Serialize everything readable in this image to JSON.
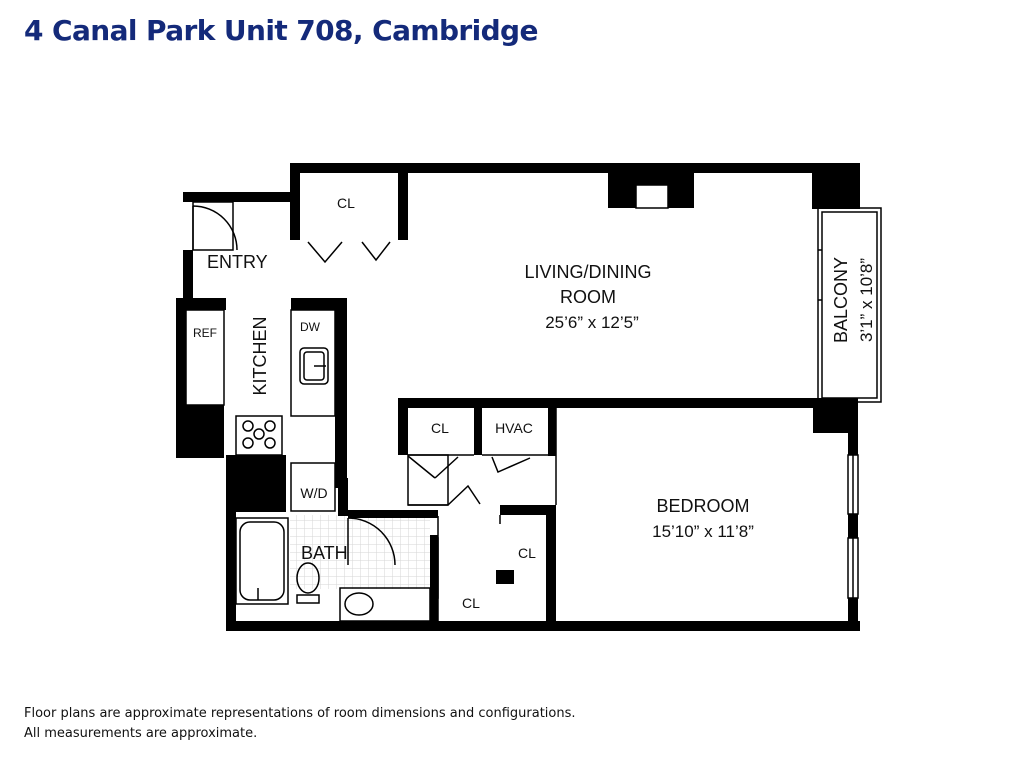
{
  "header": {
    "title": "4 Canal Park Unit 708, Cambridge"
  },
  "rooms": {
    "living": {
      "name_line1": "LIVING/DINING",
      "name_line2": "ROOM",
      "size": "25’6” x 12’5”"
    },
    "bedroom": {
      "name": "BEDROOM",
      "size": "15’10” x 11’8”"
    },
    "balcony": {
      "name": "BALCONY",
      "size": "3’1” x 10’8”"
    },
    "entry": "ENTRY",
    "kitchen": "KITCHEN",
    "bath": "BATH"
  },
  "fixtures": {
    "ref": "REF",
    "dw": "DW",
    "wd": "W/D",
    "hvac": "HVAC",
    "closet": "CL"
  },
  "footer": {
    "line1": "Floor plans are approximate representations of room dimensions and configurations.",
    "line2": "All measurements are approximate."
  },
  "colors": {
    "title": "#142a7a",
    "walls": "#000000",
    "tile": "#d9d9d9"
  }
}
